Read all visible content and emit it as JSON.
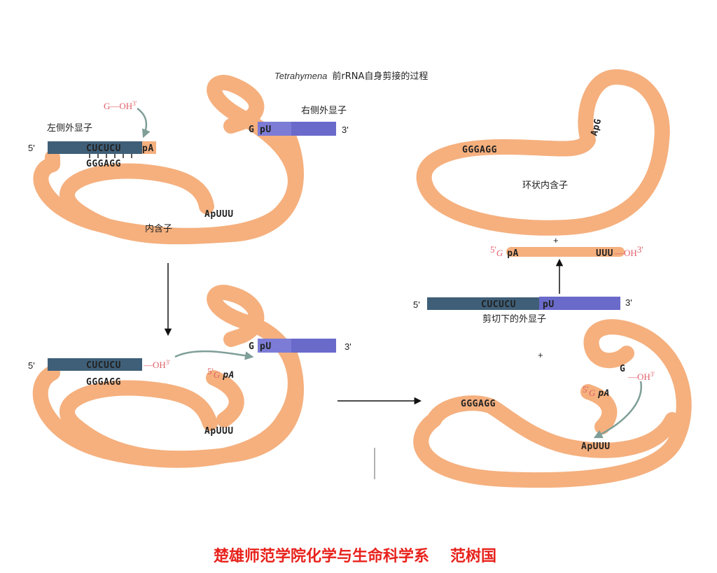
{
  "title": {
    "italic": "Tetrahymena",
    "rest": "前rRNA自身剪接的过程"
  },
  "panel_a": {
    "right_exon_label": "右侧外显子",
    "left_exon_label": "左侧外显子",
    "guanosine": "G—OH",
    "guanosine_sup": "3'",
    "five_prime": "5'",
    "three_prime": "3'",
    "left_seq": "CUCUCU",
    "left_pA": "pA",
    "right_G": "G",
    "right_pU": "pU",
    "ggg": "GGGAGG",
    "apuuu": "ApUUU",
    "intron_label": "内含子"
  },
  "panel_b": {
    "five_prime": "5'",
    "three_prime": "3'",
    "left_seq": "CUCUCU",
    "oh": "—OH",
    "oh_sup": "3'",
    "right_G": "G",
    "right_pU": "pU",
    "gpa": "pA",
    "gpa_prefix": "G",
    "gpa_sup": "5'",
    "ggg": "GGGAGG",
    "apuuu": "ApUUU"
  },
  "panel_c": {
    "ggg": "GGGAGG",
    "g": "G",
    "oh": "—OH",
    "oh_sup": "3'",
    "gpa_prefix": "G",
    "gpa_sup": "5'",
    "gpa": "pA",
    "apuuu": "ApUUU",
    "plus": "+"
  },
  "panel_d": {
    "ggg": "GGGAGG",
    "apg": "ApG",
    "circle_label": "环状内含子",
    "plus": "+",
    "frag_left_sup": "5'",
    "frag_left_g": "G",
    "frag_left_pa": "pA",
    "frag_right_uuu": "UUU",
    "frag_right_oh": "—OH",
    "frag_right_sup": "3'",
    "five_prime": "5'",
    "three_prime": "3'",
    "ligated_left": "CUCUCU",
    "ligated_right": "pU",
    "excised_label": "剪切下的外显子"
  },
  "footer": {
    "institution": "楚雄师范学院化学与生命科学系",
    "author": "范树国"
  },
  "colors": {
    "rna": "#f5b07e",
    "left_exon": "#3f5f78",
    "right_exon": "#6a6acb",
    "guanosine": "#e0606a",
    "footer": "#e8221c"
  }
}
